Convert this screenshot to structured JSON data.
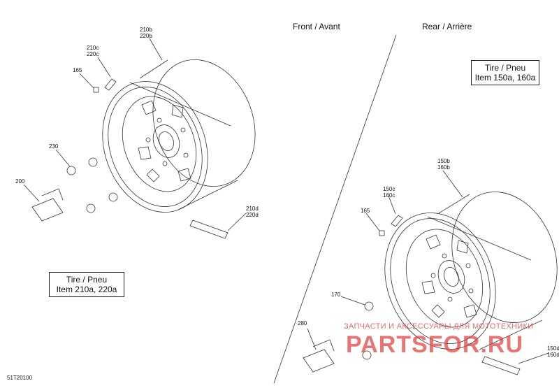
{
  "headers": {
    "front": "Front / Avant",
    "rear": "Rear / Arrière"
  },
  "tire_boxes": {
    "rear": {
      "line1": "Tire / Pneu",
      "line2": "Item 150a, 160a"
    },
    "front": {
      "line1": "Tire / Pneu",
      "line2": "Item 210a, 220a"
    }
  },
  "front_callouts": {
    "rim": "210b\n220b",
    "valve": "210c\n220c",
    "valve_cap": "165",
    "nut": "230",
    "hub_cap": "200",
    "weight": "210d\n220d"
  },
  "rear_callouts": {
    "rim": "150b\n160b",
    "valve": "150c\n160c",
    "valve_cap": "165",
    "nut": "170",
    "hub_cap": "280",
    "weight": "150d\n160d"
  },
  "drawing_code": "51T20100",
  "watermark": {
    "line1": "ЗАПЧАСТИ И АКСЕССУАРЫ ДЛЯ МОТОТЕХНИКИ",
    "line2": "PARTSFOR.RU",
    "color": "#e03a3a"
  }
}
